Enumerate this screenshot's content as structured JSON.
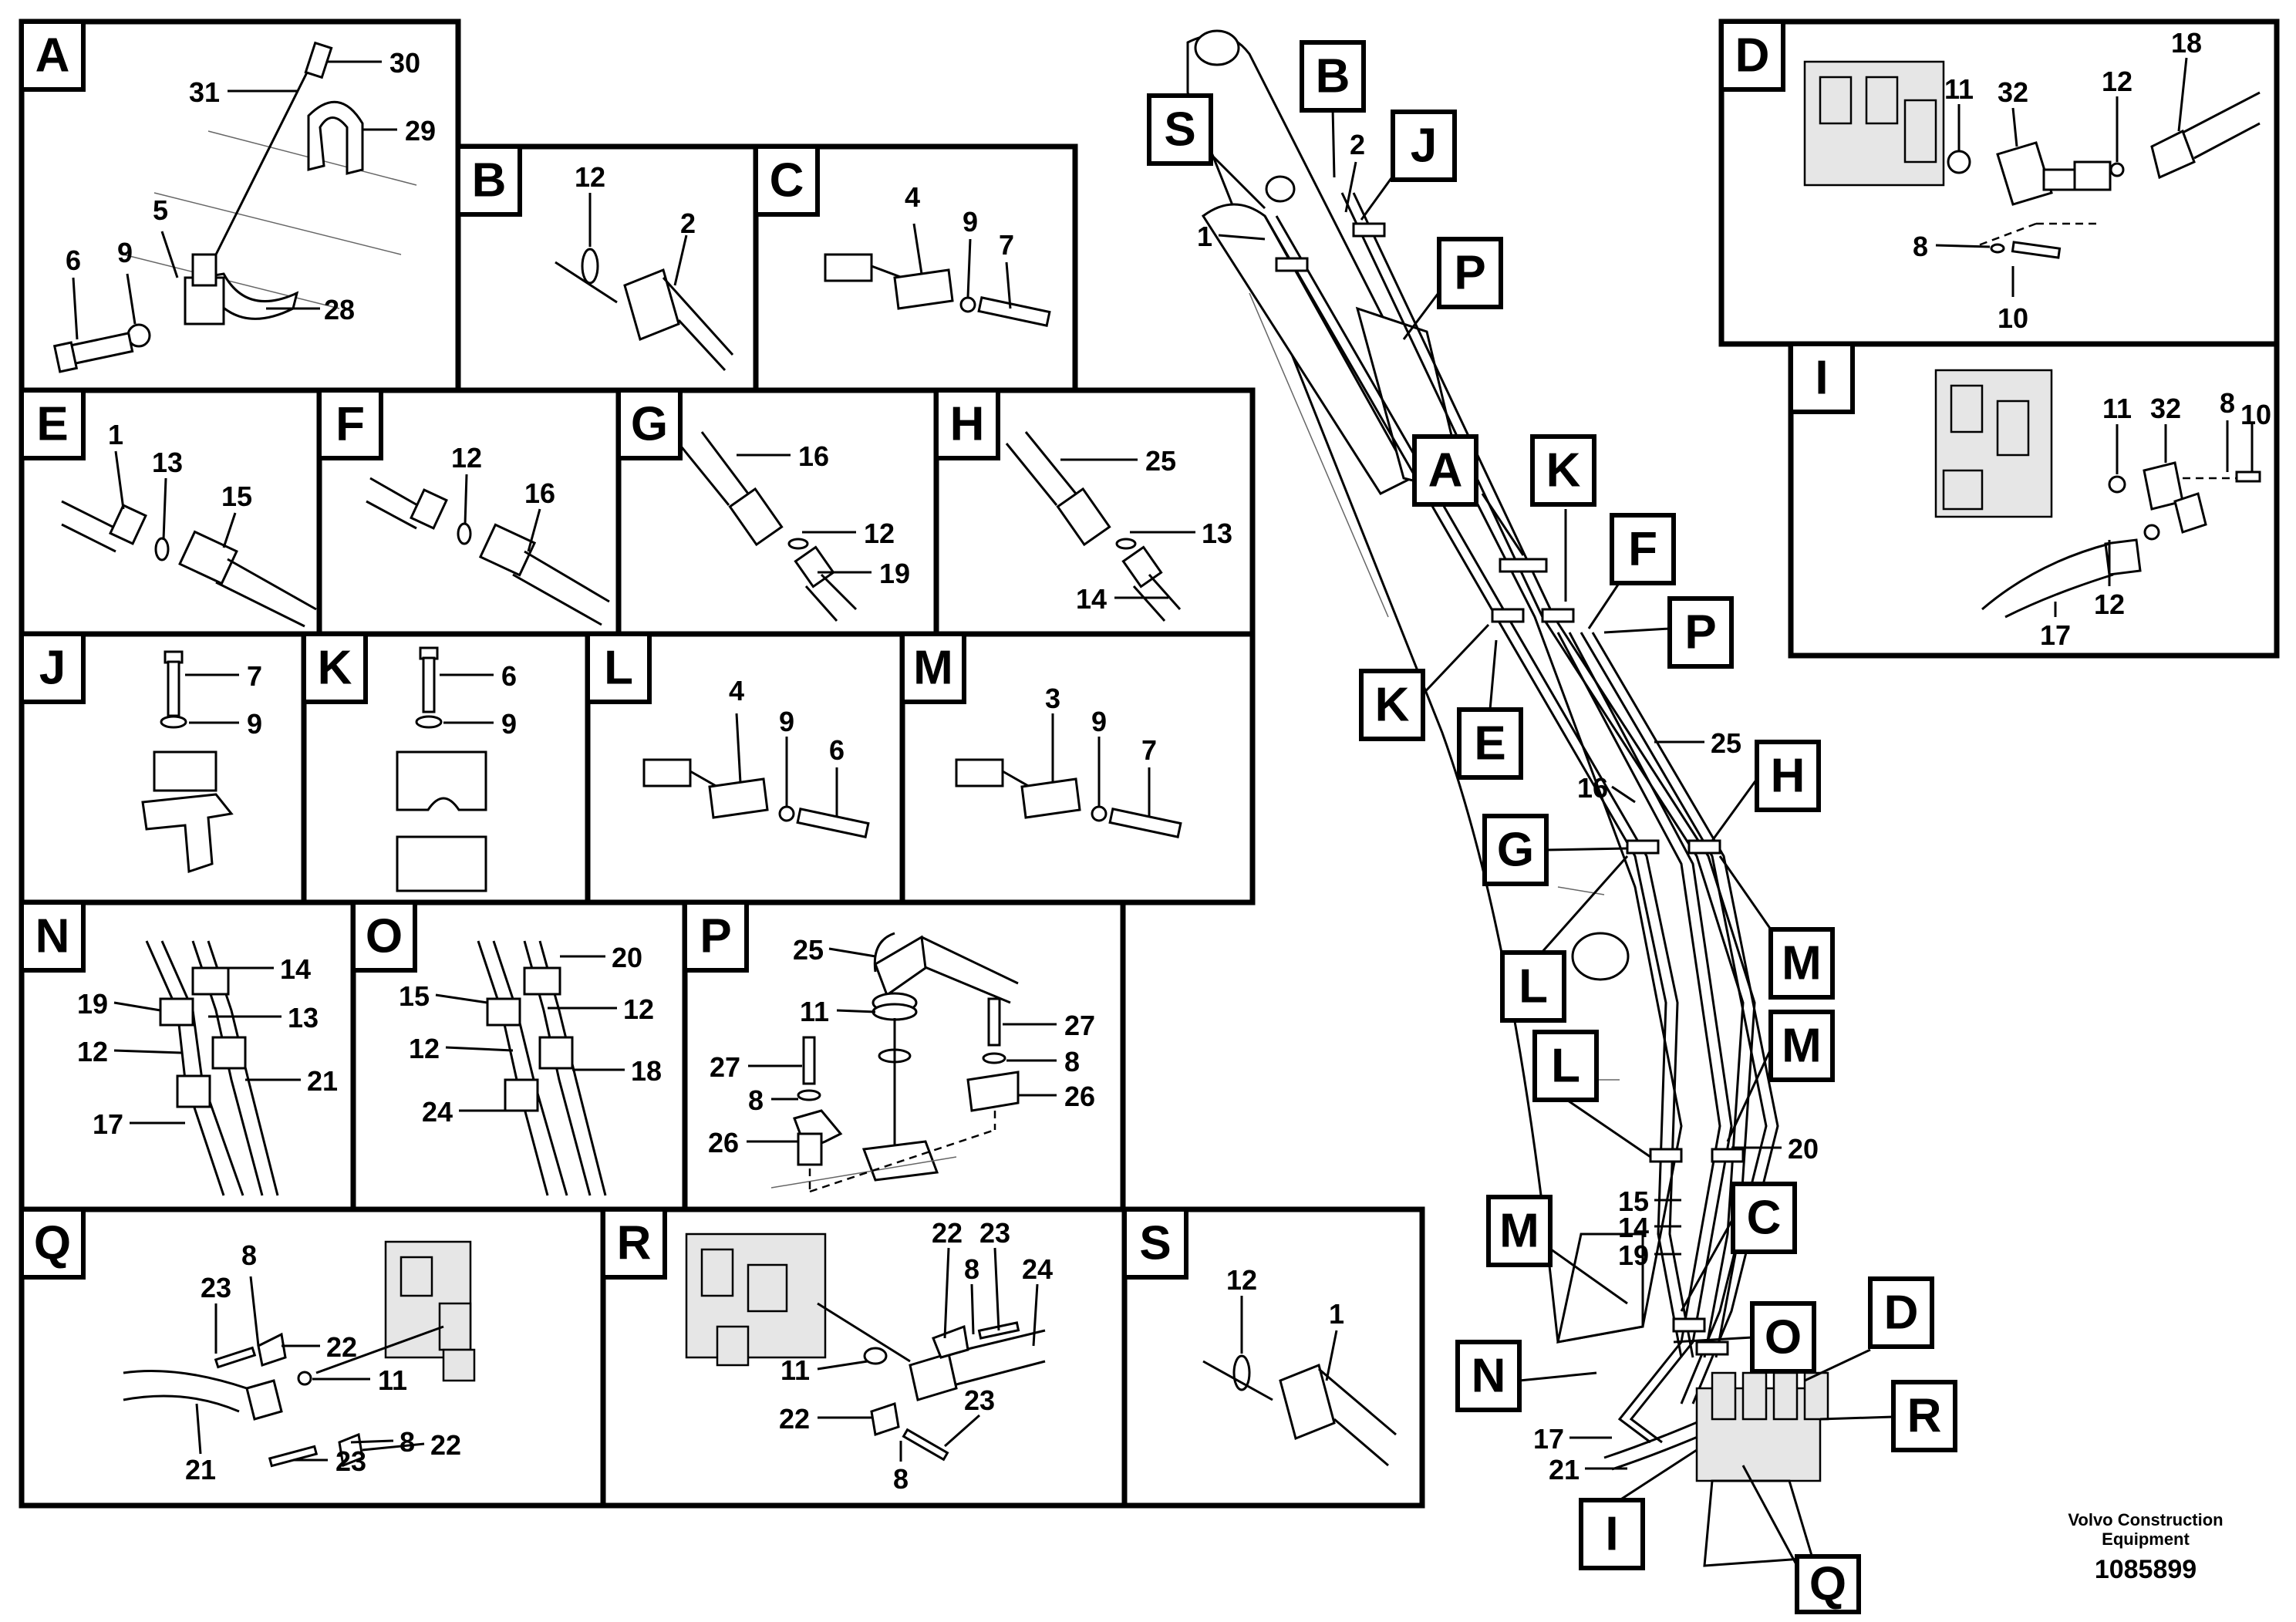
{
  "panels": [
    {
      "id": "A",
      "parts": [
        "31",
        "30",
        "29",
        "5",
        "6",
        "9",
        "28"
      ]
    },
    {
      "id": "B",
      "parts": [
        "12",
        "2"
      ]
    },
    {
      "id": "C",
      "parts": [
        "4",
        "9",
        "7"
      ]
    },
    {
      "id": "D",
      "parts": [
        "11",
        "32",
        "12",
        "18",
        "8",
        "10"
      ]
    },
    {
      "id": "E",
      "parts": [
        "1",
        "13",
        "15"
      ]
    },
    {
      "id": "F",
      "parts": [
        "12",
        "16"
      ]
    },
    {
      "id": "G",
      "parts": [
        "16",
        "12",
        "19"
      ]
    },
    {
      "id": "H",
      "parts": [
        "25",
        "13",
        "14"
      ]
    },
    {
      "id": "I",
      "parts": [
        "11",
        "32",
        "8",
        "10",
        "17",
        "12"
      ]
    },
    {
      "id": "J",
      "parts": [
        "7",
        "9"
      ]
    },
    {
      "id": "K",
      "parts": [
        "6",
        "9"
      ]
    },
    {
      "id": "L",
      "parts": [
        "4",
        "9",
        "6"
      ]
    },
    {
      "id": "M",
      "parts": [
        "3",
        "9",
        "7"
      ]
    },
    {
      "id": "N",
      "parts": [
        "14",
        "19",
        "13",
        "12",
        "21",
        "17"
      ]
    },
    {
      "id": "O",
      "parts": [
        "20",
        "15",
        "12",
        "12",
        "18",
        "24"
      ]
    },
    {
      "id": "P",
      "parts": [
        "25",
        "11",
        "27",
        "27",
        "8",
        "8",
        "26",
        "26"
      ]
    },
    {
      "id": "Q",
      "parts": [
        "8",
        "23",
        "22",
        "11",
        "22",
        "21",
        "23",
        "8"
      ]
    },
    {
      "id": "R",
      "parts": [
        "22",
        "23",
        "8",
        "24",
        "11",
        "22",
        "23",
        "8"
      ]
    },
    {
      "id": "S",
      "parts": [
        "12",
        "1"
      ]
    }
  ],
  "main_view": {
    "tags": [
      "S",
      "B",
      "J",
      "P",
      "A",
      "K",
      "F",
      "P",
      "K",
      "E",
      "H",
      "G",
      "M",
      "L",
      "L",
      "M",
      "M",
      "C",
      "O",
      "D",
      "N",
      "R",
      "I",
      "Q"
    ],
    "parts": [
      "1",
      "2",
      "25",
      "16",
      "20",
      "15",
      "14",
      "19",
      "17",
      "21"
    ]
  },
  "footer": {
    "credit_line1": "Volvo Construction",
    "credit_line2": "Equipment",
    "doc_number": "1085899"
  }
}
